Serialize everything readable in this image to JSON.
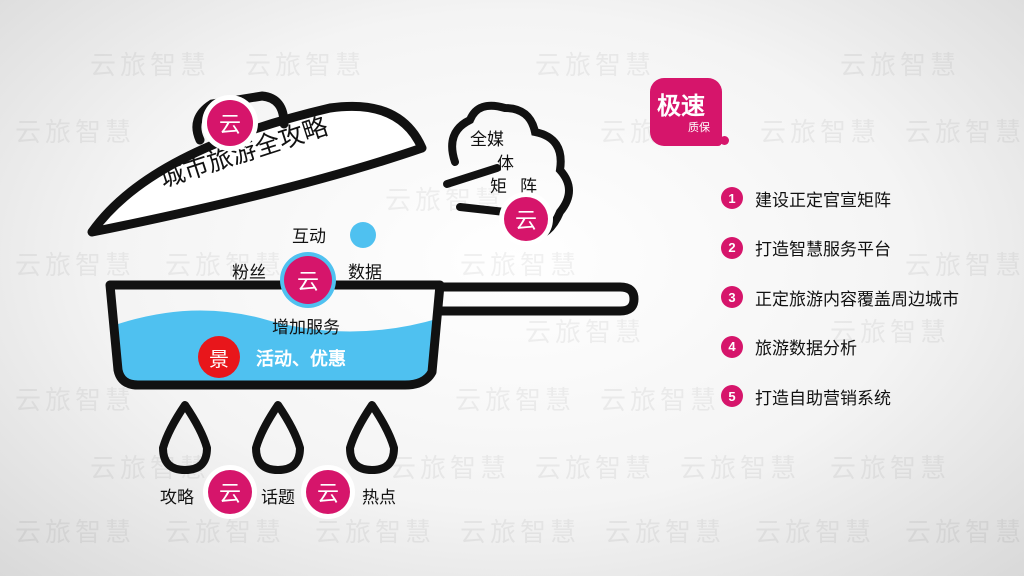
{
  "watermark": "云旅智慧",
  "lid_title": "城市旅游全攻略",
  "lid_circle": "云",
  "steam": {
    "chars": [
      "全媒",
      "体",
      "矩",
      "阵"
    ],
    "circle": "云"
  },
  "pan_labels": {
    "interact": "互动",
    "fans": "粉丝",
    "data": "数据",
    "center_circle": "云",
    "value_add": "增加服务"
  },
  "water": {
    "circle": "景",
    "text": "活动、优惠"
  },
  "flames": {
    "left_label": "攻略",
    "circle1": "云",
    "mid_label": "话题",
    "circle2": "云",
    "right_label": "热点"
  },
  "badge": {
    "main": "极速",
    "sub": "质保"
  },
  "list": [
    {
      "num": "1",
      "text": "建设正定官宣矩阵"
    },
    {
      "num": "2",
      "text": "打造智慧服务平台"
    },
    {
      "num": "3",
      "text": "正定旅游内容覆盖周边城市"
    },
    {
      "num": "4",
      "text": "旅游数据分析"
    },
    {
      "num": "5",
      "text": "打造自助营销系统"
    }
  ],
  "colors": {
    "accent": "#d6156b",
    "water": "#4fc1f0",
    "red": "#e8161b",
    "outline": "#111111"
  }
}
